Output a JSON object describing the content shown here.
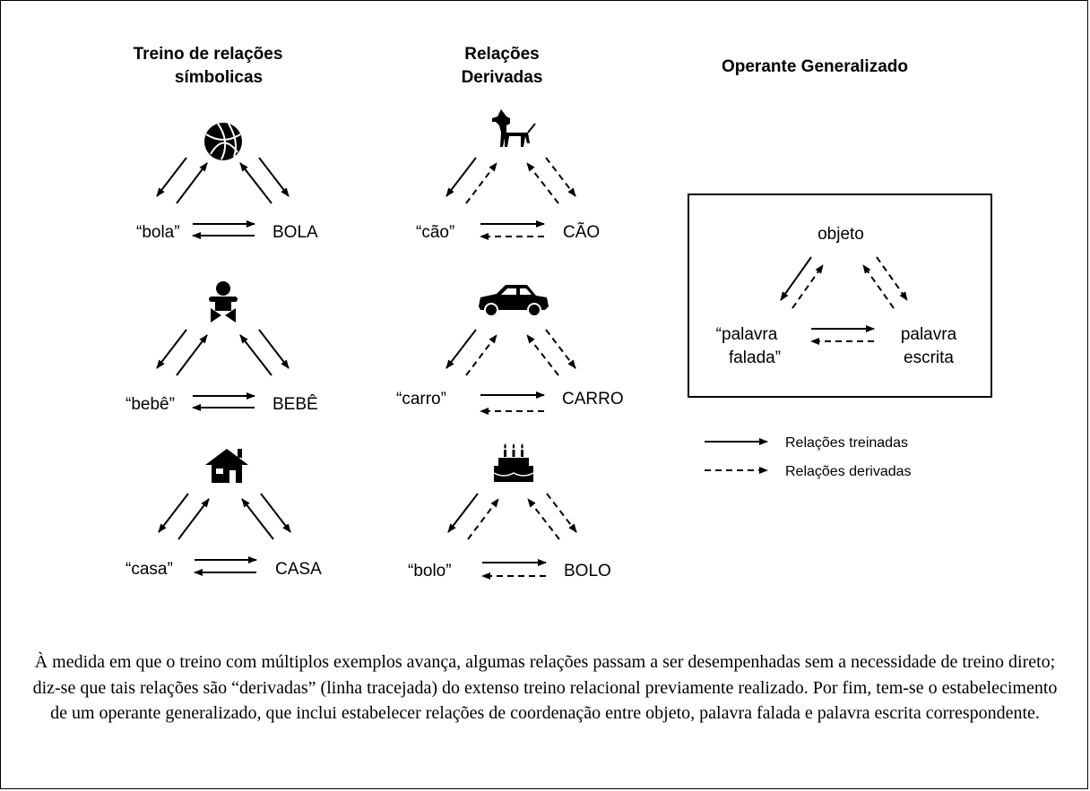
{
  "headers": {
    "col1_line1": "Treino de relações",
    "col1_line2": "símbolicas",
    "col2_line1": "Relações",
    "col2_line2": "Derivadas",
    "col3": "Operante Generalizado"
  },
  "col1": [
    {
      "icon": "basketball-icon",
      "spoken": "“bola”",
      "written": "BOLA"
    },
    {
      "icon": "baby-icon",
      "spoken": "“bebê”",
      "written": "BEBÊ"
    },
    {
      "icon": "house-icon",
      "spoken": "“casa”",
      "written": "CASA"
    }
  ],
  "col2": [
    {
      "icon": "dog-icon",
      "spoken": "“cão”",
      "written": "CÃO"
    },
    {
      "icon": "car-icon",
      "spoken": "“carro”",
      "written": "CARRO"
    },
    {
      "icon": "cake-icon",
      "spoken": "“bolo”",
      "written": "BOLO"
    }
  ],
  "generalized": {
    "object": "objeto",
    "spoken_line1": "“palavra",
    "spoken_line2": "falada”",
    "written_line1": "palavra",
    "written_line2": "escrita"
  },
  "legend": {
    "trained": "Relações treinadas",
    "derived": "Relações derivadas"
  },
  "caption": "À medida em que o treino com múltiplos exemplos avança, algumas relações passam a ser desempenhadas sem a necessidade de treino direto; diz-se que tais relações são “derivadas” (linha tracejada) do extenso treino relacional previamente realizado. Por fim, tem-se o estabelecimento de um operante generalizado, que inclui estabelecer relações de coordenação entre objeto, palavra falada e palavra escrita correspondente."
}
